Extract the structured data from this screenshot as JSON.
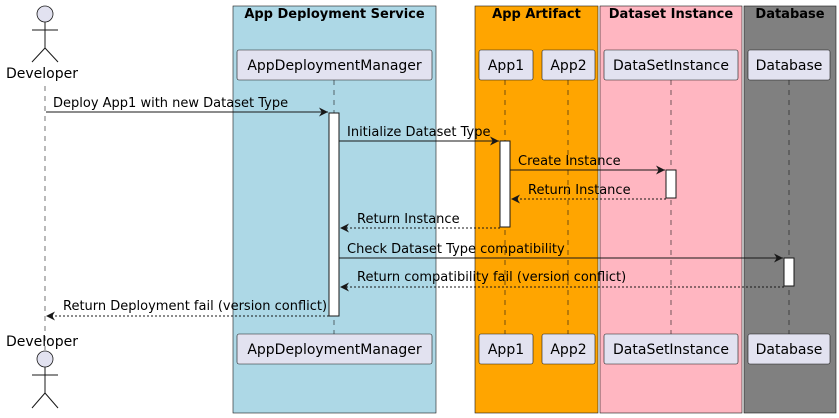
{
  "colors": {
    "app_deployment_service": "#ADD8E6",
    "app_artifact": "#FFA500",
    "dataset_instance": "#FFB6C1",
    "database": "#808080",
    "participant_fill": "#E2E2F0",
    "line": "#181818"
  },
  "boxes": [
    {
      "id": "app_deployment_service",
      "title": "App Deployment Service"
    },
    {
      "id": "app_artifact",
      "title": "App Artifact"
    },
    {
      "id": "dataset_instance",
      "title": "Dataset Instance"
    },
    {
      "id": "database",
      "title": "Database"
    }
  ],
  "actor": {
    "id": "developer",
    "label": "Developer"
  },
  "participants": [
    {
      "id": "adm",
      "label": "AppDeploymentManager",
      "box": "app_deployment_service"
    },
    {
      "id": "app1",
      "label": "App1",
      "box": "app_artifact"
    },
    {
      "id": "app2",
      "label": "App2",
      "box": "app_artifact"
    },
    {
      "id": "dsi",
      "label": "DataSetInstance",
      "box": "dataset_instance"
    },
    {
      "id": "db",
      "label": "Database",
      "box": "database"
    }
  ],
  "messages": [
    {
      "from": "developer",
      "to": "adm",
      "label": "Deploy App1 with new Dataset Type",
      "type": "sync"
    },
    {
      "from": "adm",
      "to": "app1",
      "label": "Initialize Dataset Type",
      "type": "sync"
    },
    {
      "from": "app1",
      "to": "dsi",
      "label": "Create Instance",
      "type": "sync"
    },
    {
      "from": "dsi",
      "to": "app1",
      "label": "Return Instance",
      "type": "reply"
    },
    {
      "from": "app1",
      "to": "adm",
      "label": "Return Instance",
      "type": "reply"
    },
    {
      "from": "adm",
      "to": "db",
      "label": "Check Dataset Type compatibility",
      "type": "sync"
    },
    {
      "from": "db",
      "to": "adm",
      "label": "Return compatibility fail (version conflict)",
      "type": "reply"
    },
    {
      "from": "adm",
      "to": "developer",
      "label": "Return Deployment fail (version conflict)",
      "type": "reply"
    }
  ]
}
